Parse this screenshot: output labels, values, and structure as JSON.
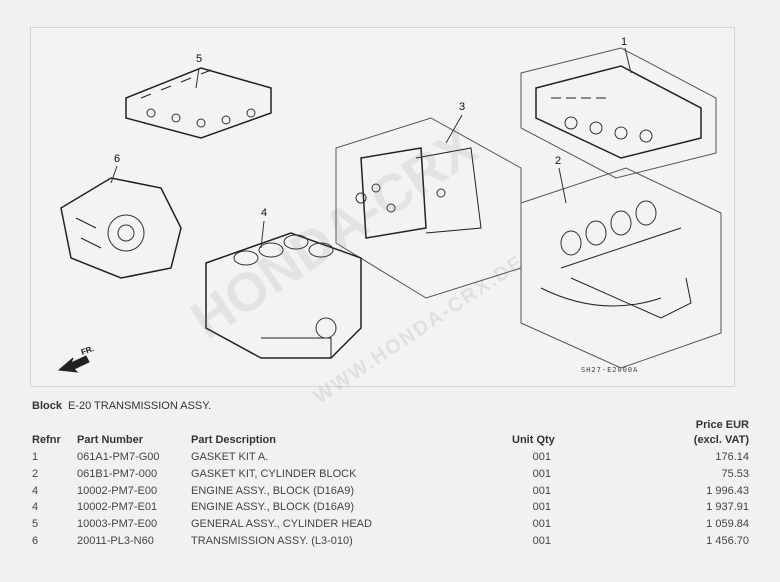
{
  "diagram": {
    "code": "SH27-E2000A",
    "front_label": "FR.",
    "callouts": [
      "1",
      "2",
      "3",
      "4",
      "5",
      "6"
    ]
  },
  "watermark": {
    "brand": "HONDA-CRX",
    "url": "WWW.HONDA-CRX.DE"
  },
  "block": {
    "label": "Block",
    "value": "E-20 TRANSMISSION ASSY."
  },
  "table": {
    "headers": {
      "refnr": "Refnr",
      "part_number": "Part Number",
      "description": "Part Description",
      "qty": "Unit Qty",
      "price_line1": "Price EUR",
      "price_line2": "(excl. VAT)"
    },
    "rows": [
      {
        "refnr": "1",
        "part_number": "061A1-PM7-G00",
        "description": "GASKET KIT A.",
        "qty": "001",
        "price": "176.14"
      },
      {
        "refnr": "2",
        "part_number": "061B1-PM7-000",
        "description": "GASKET KIT, CYLINDER BLOCK",
        "qty": "001",
        "price": "75.53"
      },
      {
        "refnr": "4",
        "part_number": "10002-PM7-E00",
        "description": "ENGINE ASSY., BLOCK (D16A9)",
        "qty": "001",
        "price": "1 996.43"
      },
      {
        "refnr": "4",
        "part_number": "10002-PM7-E01",
        "description": "ENGINE ASSY., BLOCK (D16A9)",
        "qty": "001",
        "price": "1 937.91"
      },
      {
        "refnr": "5",
        "part_number": "10003-PM7-E00",
        "description": "GENERAL ASSY., CYLINDER HEAD",
        "qty": "001",
        "price": "1 059.84"
      },
      {
        "refnr": "6",
        "part_number": "20011-PL3-N60",
        "description": "TRANSMISSION ASSY. (L3-010)",
        "qty": "001",
        "price": "1 456.70"
      }
    ]
  }
}
